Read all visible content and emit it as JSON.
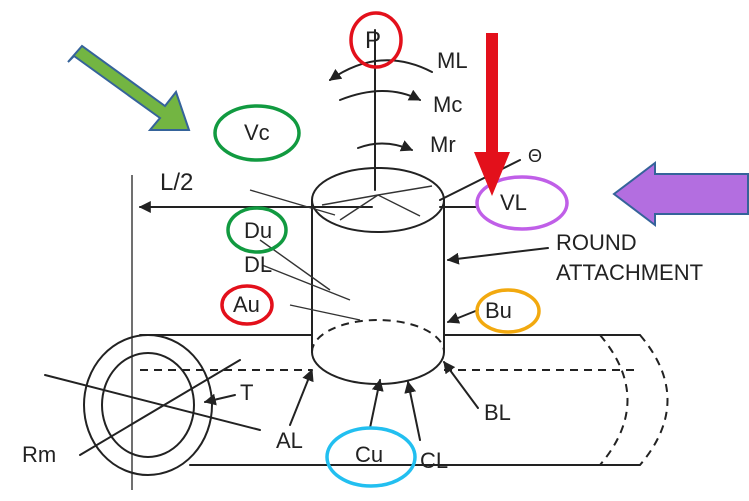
{
  "labels": {
    "P": "P",
    "ML": "ML",
    "Mc": "Mc",
    "Mr": "Mr",
    "theta": "Θ",
    "Vc": "Vc",
    "VL": "VL",
    "L2": "L/2",
    "Du": "Du",
    "DL": "DL",
    "Au": "Au",
    "Bu": "Bu",
    "round": "ROUND",
    "attachment": "ATTACHMENT",
    "T": "T",
    "Rm": "Rm",
    "AL": "AL",
    "Cu": "Cu",
    "CL": "CL",
    "BL": "BL"
  },
  "colors": {
    "red": "#e3101b",
    "green": "#119a40",
    "purple": "#c05fe8",
    "orange": "#f2a90f",
    "cyan": "#22bff0",
    "arrow_green": "#73b542",
    "arrow_green_edge": "#35639a",
    "arrow_purple": "#b36ee0",
    "arrow_purple_edge": "#35639a"
  }
}
